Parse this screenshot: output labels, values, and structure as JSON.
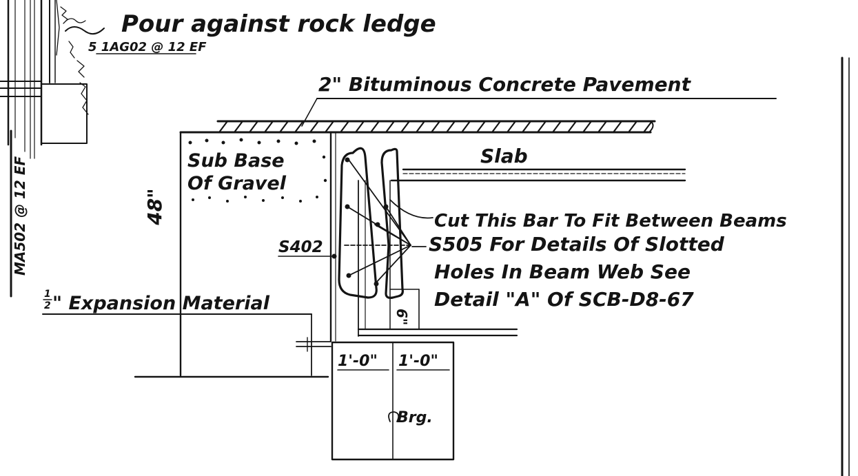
{
  "labels": {
    "pour_note": "Pour against rock ledge",
    "pour_bar": "5 1AG02 @ 12 EF",
    "left_bar": "MA502 @ 12 EF",
    "pavement": "2\" Bituminous Concrete Pavement",
    "subbase_line1": "Sub Base",
    "subbase_line2": "Of Gravel",
    "slab": "Slab",
    "cut_bar": "Cut This Bar To Fit Between Beams",
    "detail_line1": "S505 For Details Of Slotted",
    "detail_line2": "Holes In Beam Web See",
    "detail_line3": "Detail \"A\" Of SCB-D8-67",
    "bar_s402": "S402",
    "height_dim": "48\"",
    "expansion": "1/2\" Expansion Material",
    "expansion_frac": "1",
    "expansion_frac_den": "2",
    "expansion_text": "\" Expansion Material",
    "dim_6": "6\"",
    "dim_left": "1'-0\"",
    "dim_right": "1'-0\"",
    "bearing": "Brg."
  },
  "colors": {
    "ink": "#141414",
    "paper": "#ffffff"
  }
}
